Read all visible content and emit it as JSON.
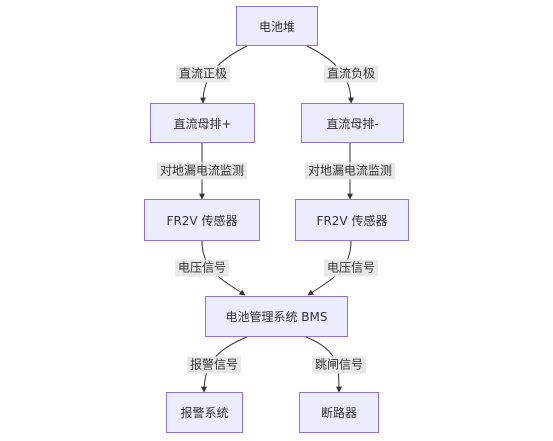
{
  "nodes": {
    "battery_stack": "电池堆",
    "dc_busbar_pos": "直流母排+",
    "dc_busbar_neg": "直流母排-",
    "sensor_left": "FR2V 传感器",
    "sensor_right": "FR2V 传感器",
    "bms": "电池管理系统 BMS",
    "alarm_system": "报警系统",
    "breaker": "断路器"
  },
  "edges": {
    "dc_positive": "直流正极",
    "dc_negative": "直流负极",
    "leak_monitor_left": "对地漏电流监测",
    "leak_monitor_right": "对地漏电流监测",
    "voltage_signal_left": "电压信号",
    "voltage_signal_right": "电压信号",
    "alarm_signal": "报警信号",
    "trip_signal": "跳闸信号"
  },
  "colors": {
    "node_fill": "#ececff",
    "node_border": "#9370db",
    "edge_line": "#333333",
    "label_bg": "#e8e8e8"
  }
}
